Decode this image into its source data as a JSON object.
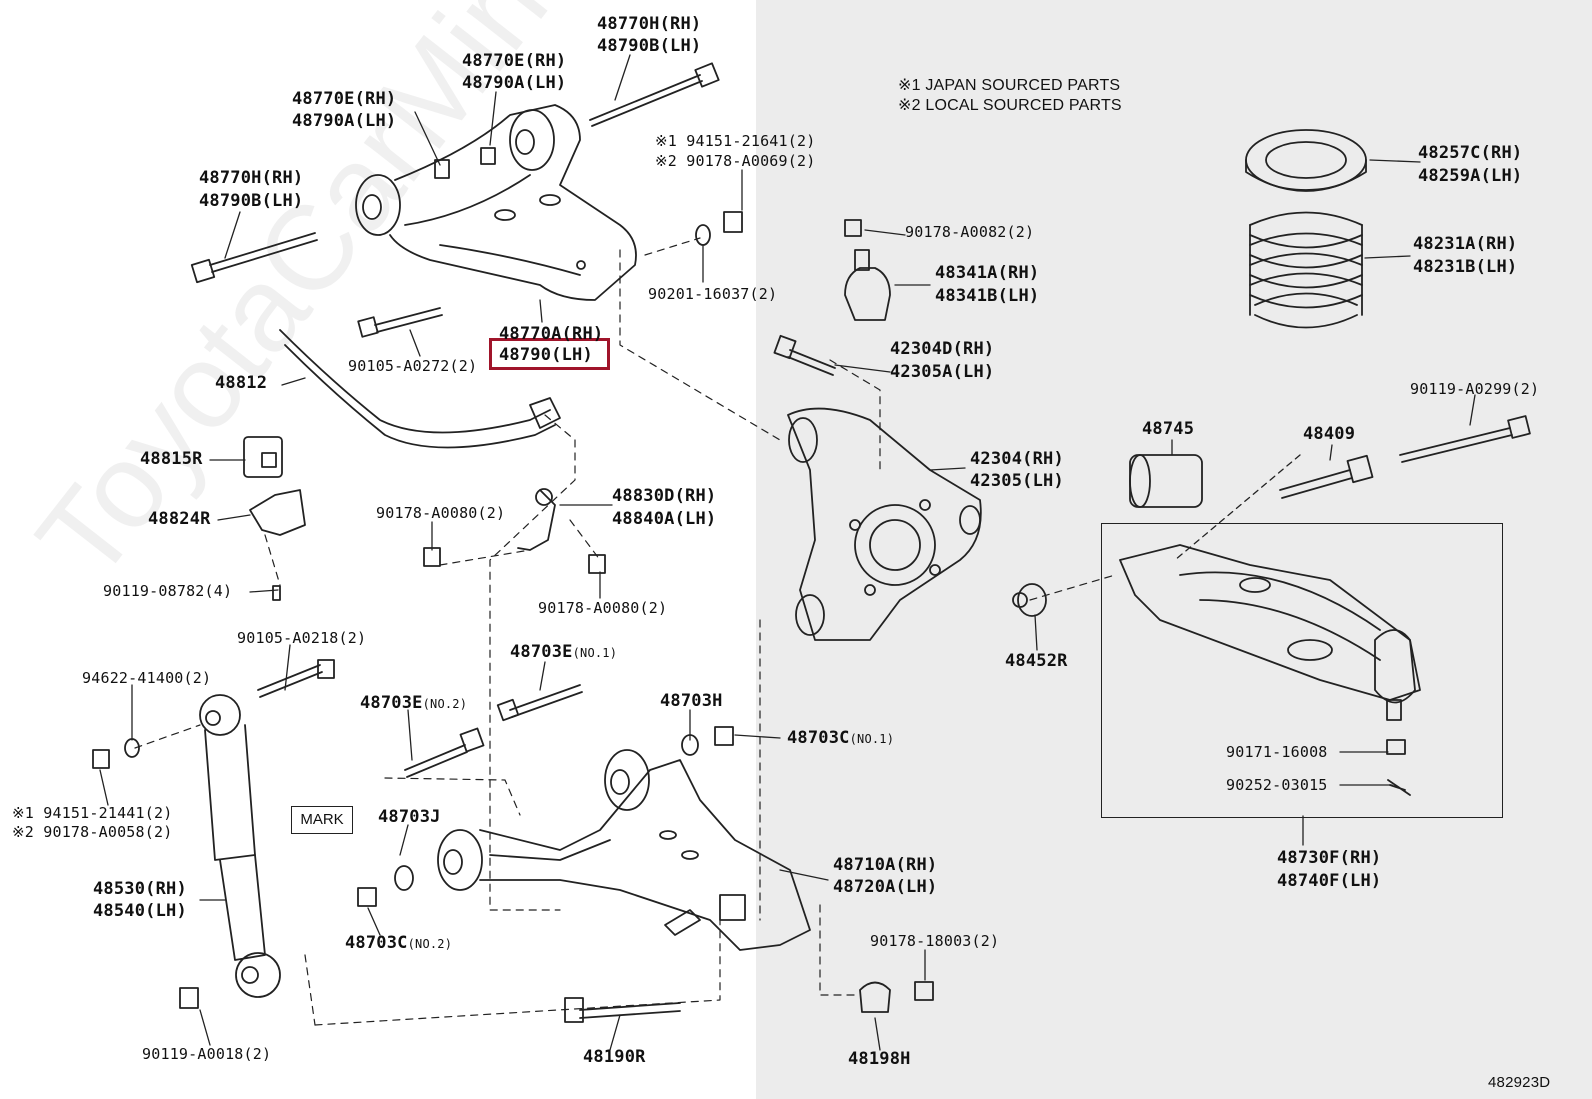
{
  "watermark": "ToyotaCarMirror.ru",
  "notes": {
    "n1": "※1 JAPAN SOURCED PARTS",
    "n2": "※2 LOCAL SOURCED PARTS"
  },
  "diagram_code": "482923D",
  "highlighted_part": "48790(LH)",
  "mark_label": "MARK",
  "labels": {
    "l1a": "48770H(RH)",
    "l1b": "48790B(LH)",
    "l2a": "48770E(RH)",
    "l2b": "48790A(LH)",
    "l3a": "48770E(RH)",
    "l3b": "48790A(LH)",
    "l4a": "48770H(RH)",
    "l4b": "48790B(LH)",
    "l5a": "※1 94151-21641(2)",
    "l5b": "※2 90178-A0069(2)",
    "l6": "90201-16037(2)",
    "l7a": "48770A(RH)",
    "l7b": "48790(LH)",
    "l8": "90105-A0272(2)",
    "l9": "48812",
    "l10": "48815R",
    "l11": "48824R",
    "l12": "90119-08782(4)",
    "l13": "90178-A0080(2)",
    "l14a": "48830D(RH)",
    "l14b": "48840A(LH)",
    "l15": "90178-A0080(2)",
    "l16": "90178-A0082(2)",
    "l17a": "48341A(RH)",
    "l17b": "48341B(LH)",
    "l18a": "42304D(RH)",
    "l18b": "42305A(LH)",
    "l19a": "42304(RH)",
    "l19b": "42305(LH)",
    "l20a": "48257C(RH)",
    "l20b": "48259A(LH)",
    "l21a": "48231A(RH)",
    "l21b": "48231B(LH)",
    "l22": "90119-A0299(2)",
    "l23": "48745",
    "l24": "48409",
    "l25": "48452R",
    "l26": "90171-16008",
    "l27": "90252-03015",
    "l28a": "48730F(RH)",
    "l28b": "48740F(LH)",
    "l29": "90105-A0218(2)",
    "l30": "94622-41400(2)",
    "l31a": "※1 94151-21441(2)",
    "l31b": "※2 90178-A0058(2)",
    "l32a": "48530(RH)",
    "l32b": "48540(LH)",
    "l33": "90119-A0018(2)",
    "l34": "48703E",
    "l34t": "(NO.1)",
    "l35": "48703E",
    "l35t": "(NO.2)",
    "l36": "48703H",
    "l37": "48703C",
    "l37t": "(NO.1)",
    "l38": "48703J",
    "l39": "48703C",
    "l39t": "(NO.2)",
    "l40a": "48710A(RH)",
    "l40b": "48720A(LH)",
    "l41": "90178-18003(2)",
    "l42": "48190R",
    "l43": "48198H"
  }
}
